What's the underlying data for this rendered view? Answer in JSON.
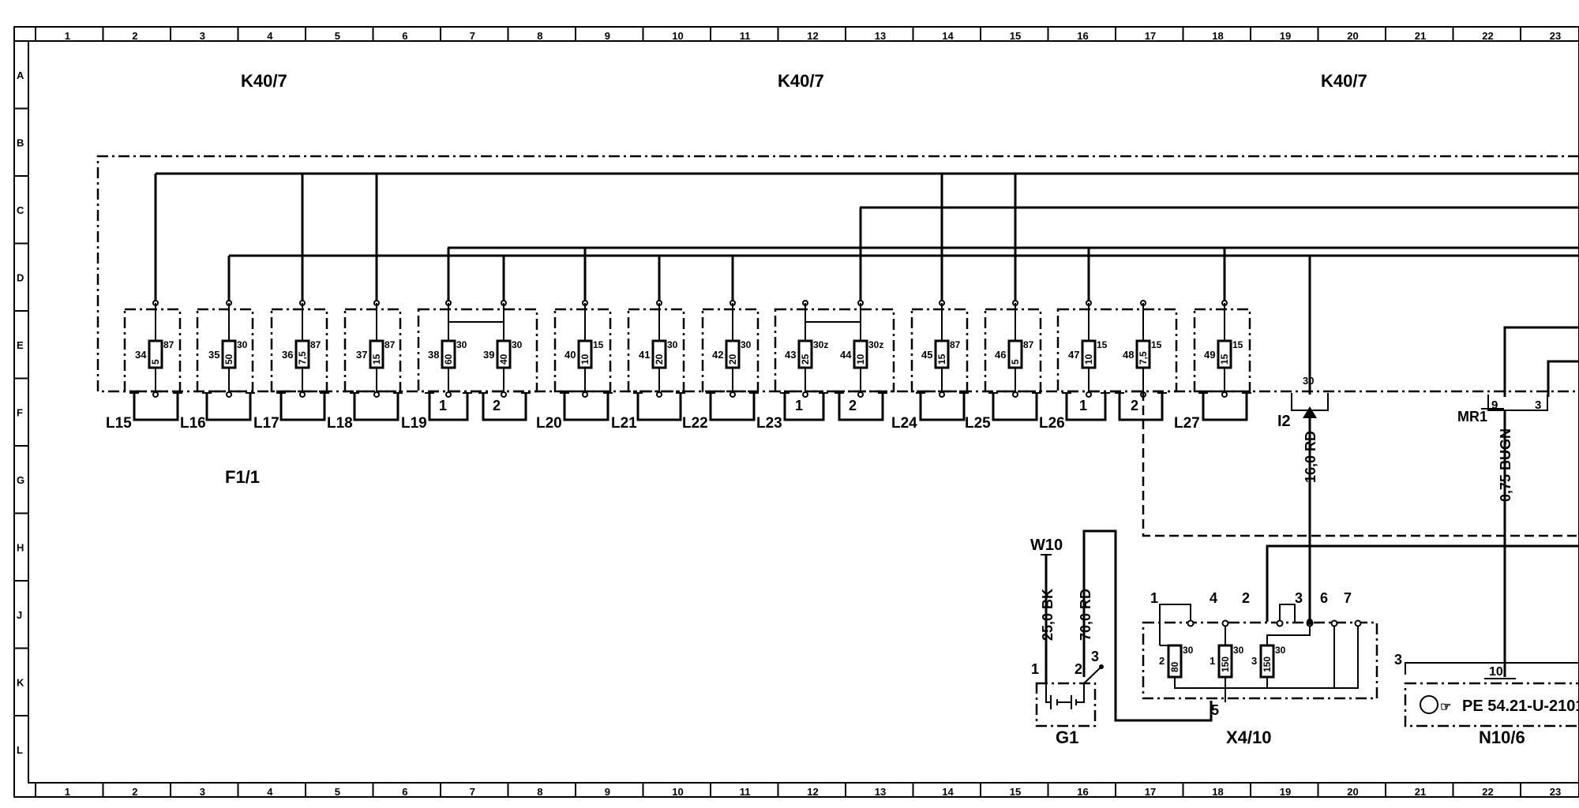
{
  "grid": {
    "columns": [
      "1",
      "2",
      "3",
      "4",
      "5",
      "6",
      "7",
      "8",
      "9",
      "10",
      "11",
      "12",
      "13",
      "14",
      "15",
      "16",
      "17",
      "18",
      "19",
      "20",
      "21",
      "22",
      "23"
    ],
    "rows": [
      "A",
      "B",
      "C",
      "D",
      "E",
      "F",
      "G",
      "H",
      "J",
      "K",
      "L"
    ]
  },
  "labels": {
    "k40_left": "K40/7",
    "k40_mid": "K40/7",
    "k40_right": "K40/7",
    "f1": "F1/1",
    "w10": "W10",
    "g1": "G1",
    "x4": "X4/10",
    "n10": "N10/6",
    "i2": "I2",
    "mr1": "MR1",
    "wire_bk": "25,0 BK",
    "wire_rd70": "70,0 RD",
    "wire_rd16": "16,0 RD",
    "wire_bugn": "0,75 BUGN",
    "pe_text": "PE  54.21-U-2101",
    "pe_prefix": "☞"
  },
  "fuses": [
    {
      "num": "34",
      "amp": "5",
      "term": "87"
    },
    {
      "num": "35",
      "amp": "50",
      "term": "30"
    },
    {
      "num": "36",
      "amp": "7,5",
      "term": "87"
    },
    {
      "num": "37",
      "amp": "15",
      "term": "87"
    },
    {
      "num": "38",
      "amp": "60",
      "term": "30"
    },
    {
      "num": "39",
      "amp": "40",
      "term": "30"
    },
    {
      "num": "40",
      "amp": "10",
      "term": "15"
    },
    {
      "num": "41",
      "amp": "20",
      "term": "30"
    },
    {
      "num": "42",
      "amp": "20",
      "term": "30"
    },
    {
      "num": "43",
      "amp": "25",
      "term": "30z"
    },
    {
      "num": "44",
      "amp": "10",
      "term": "30z"
    },
    {
      "num": "45",
      "amp": "15",
      "term": "87"
    },
    {
      "num": "46",
      "amp": "5",
      "term": "87"
    },
    {
      "num": "47",
      "amp": "10",
      "term": "15"
    },
    {
      "num": "48",
      "amp": "7,5",
      "term": "15"
    },
    {
      "num": "49",
      "amp": "15",
      "term": "15"
    }
  ],
  "connectors": [
    "L15",
    "L16",
    "L17",
    "L18",
    "L19",
    "L20",
    "L21",
    "L22",
    "L23",
    "L24",
    "L25",
    "L26",
    "L27"
  ],
  "pins": {
    "l19_1": "1",
    "l19_2": "2",
    "l23_1": "1",
    "l23_2": "2",
    "l26_1": "1",
    "l26_2": "2",
    "i2_30": "30",
    "mr1_9": "9",
    "mr1_3": "3",
    "g1_1": "1",
    "g1_2": "2",
    "g1_3": "3",
    "x4_1": "1",
    "x4_4": "4",
    "x4_2": "2",
    "x4_3": "3",
    "x4_6": "6",
    "x4_7": "7",
    "x4_5": "5",
    "n10_3": "3",
    "n10_10": "10"
  },
  "x4_fuses": [
    {
      "num": "2",
      "amp": "80",
      "term": "30"
    },
    {
      "num": "1",
      "amp": "150",
      "term": "30"
    },
    {
      "num": "3",
      "amp": "150",
      "term": "30"
    }
  ]
}
